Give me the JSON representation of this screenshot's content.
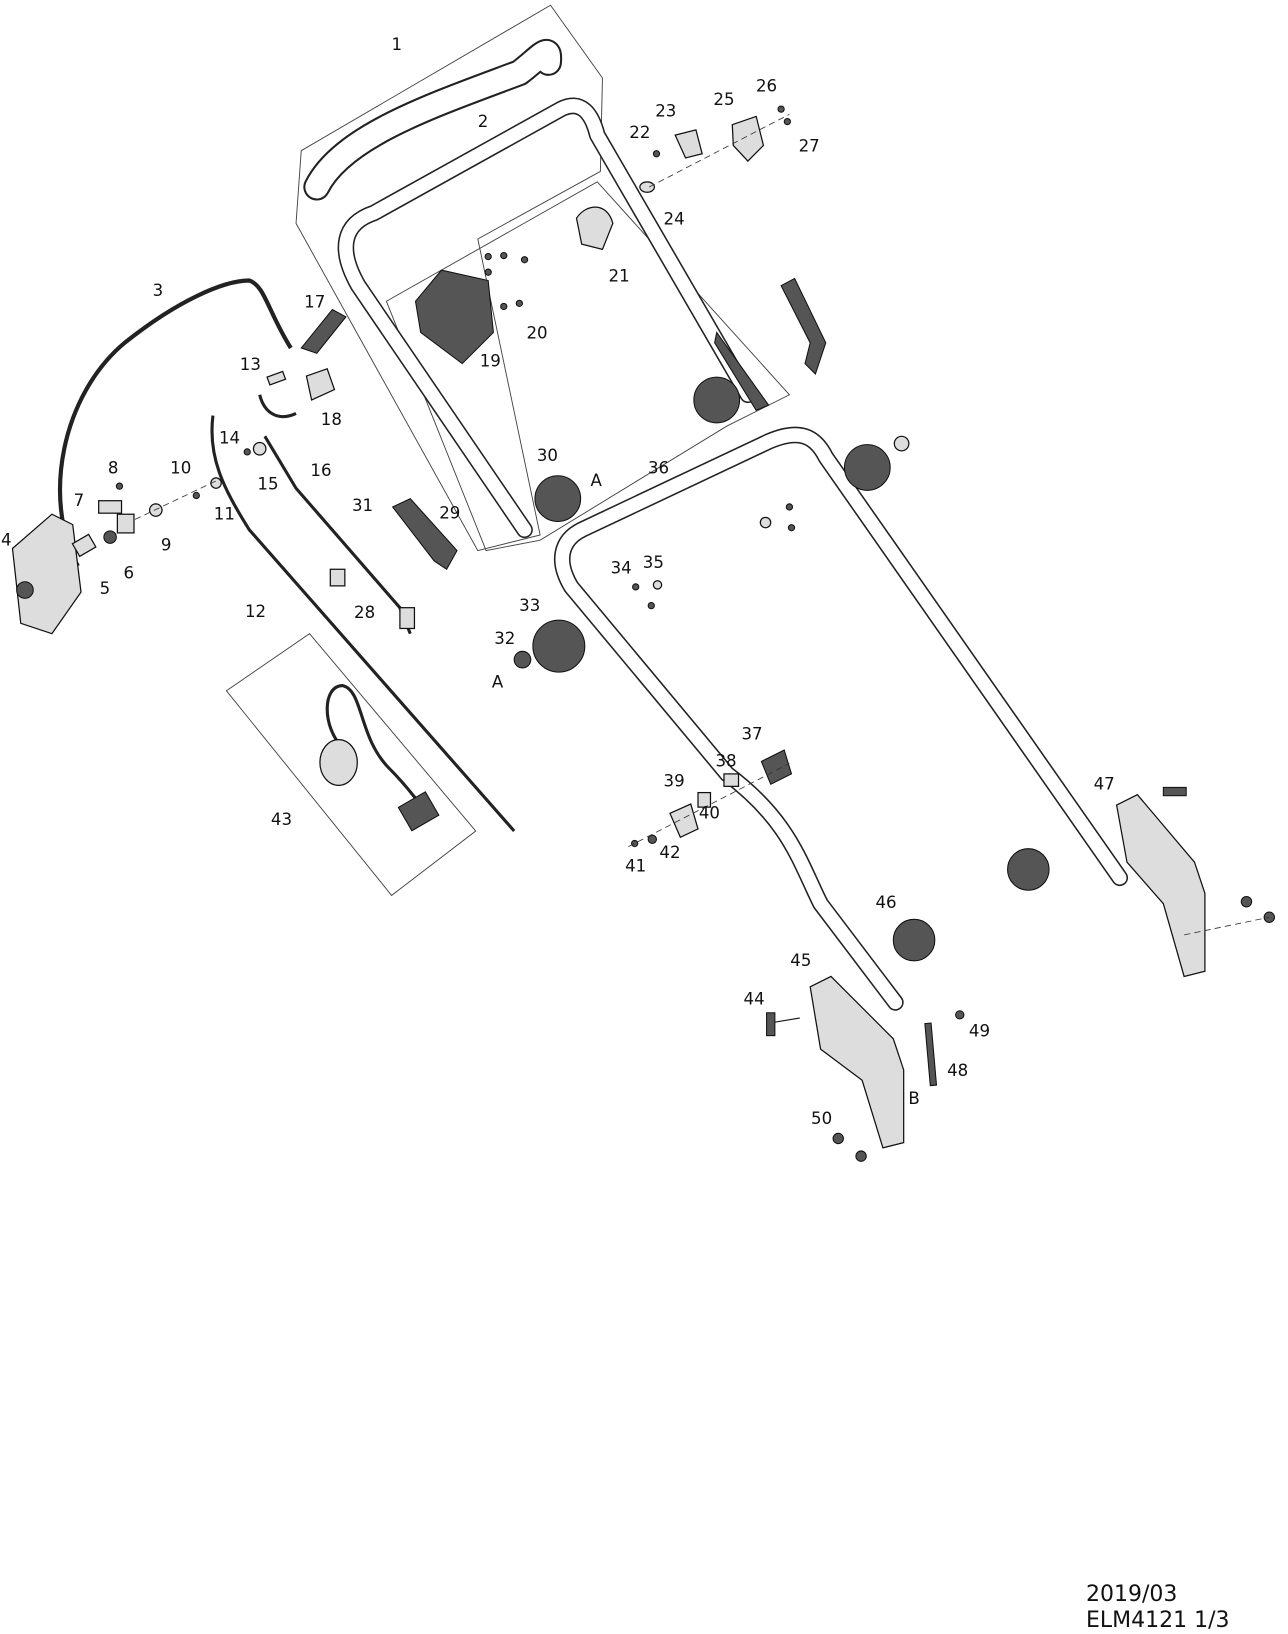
{
  "diagram": {
    "callouts": [
      "1",
      "2",
      "3",
      "4",
      "5",
      "6",
      "7",
      "8",
      "9",
      "10",
      "11",
      "12",
      "13",
      "14",
      "15",
      "16",
      "17",
      "18",
      "19",
      "20",
      "21",
      "22",
      "23",
      "24",
      "25",
      "26",
      "27",
      "28",
      "29",
      "30",
      "31",
      "32",
      "33",
      "34",
      "35",
      "36",
      "37",
      "38",
      "39",
      "40",
      "41",
      "42",
      "43",
      "44",
      "45",
      "46",
      "47",
      "48",
      "49",
      "50"
    ],
    "reference_letters": [
      "A",
      "A",
      "B"
    ]
  },
  "footer": {
    "date": "2019/03",
    "model_page": "ELM4121  1/3"
  }
}
